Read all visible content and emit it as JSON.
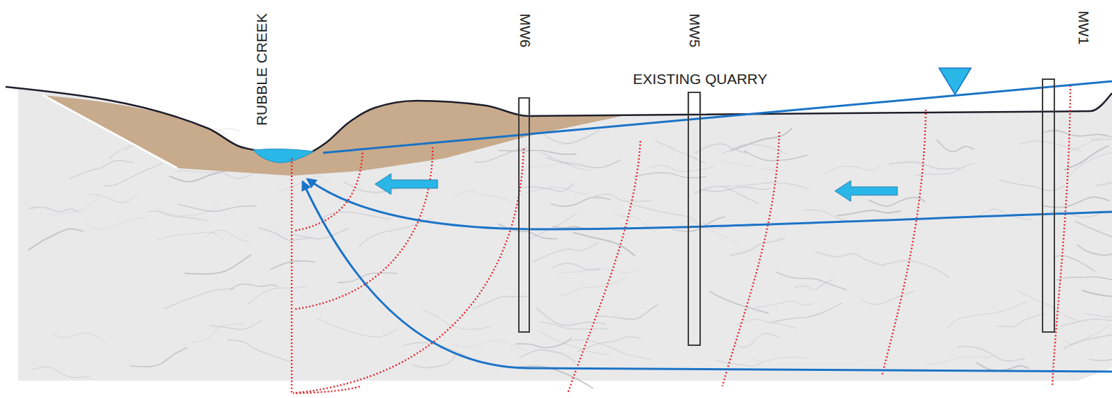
{
  "diagram": {
    "labels": [
      "RUBBLE CREEK",
      "MW6",
      "MW5",
      "EXISTING QUARRY",
      "MW1"
    ]
  }
}
